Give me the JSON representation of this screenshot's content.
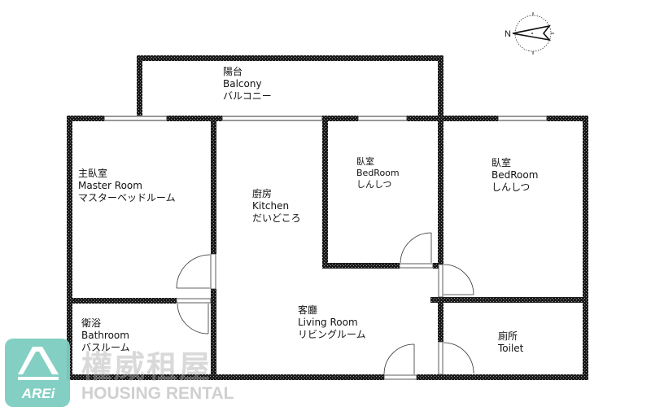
{
  "compass": {
    "north_label": "N"
  },
  "rooms": {
    "balcony": {
      "zh": "陽台",
      "en": "Balcony",
      "ja": "バルコニー"
    },
    "master": {
      "zh": "主臥室",
      "en": "Master Room",
      "ja": "マスターベッドルーム"
    },
    "kitchen": {
      "zh": "廚房",
      "en": "Kitchen",
      "ja": "だいどころ"
    },
    "bedroom1": {
      "zh": "臥室",
      "en": "BedRoom",
      "ja": "しんしつ"
    },
    "bedroom2": {
      "zh": "臥室",
      "en": "BedRoom",
      "ja": "しんしつ"
    },
    "bathroom": {
      "zh": "衛浴",
      "en": "Bathroom",
      "ja": "バスルーム"
    },
    "living": {
      "zh": "客廳",
      "en": "Living Room",
      "ja": "リビングルーム"
    },
    "toilet": {
      "zh": "廁所",
      "en": "Toilet"
    }
  },
  "watermark": {
    "logo_text": "AREi",
    "name_zh": "權威租屋",
    "name_en": "HOUSING RENTAL",
    "logo_color": "#7ecdc0"
  },
  "colors": {
    "wall": "#222222",
    "background": "#ffffff"
  }
}
